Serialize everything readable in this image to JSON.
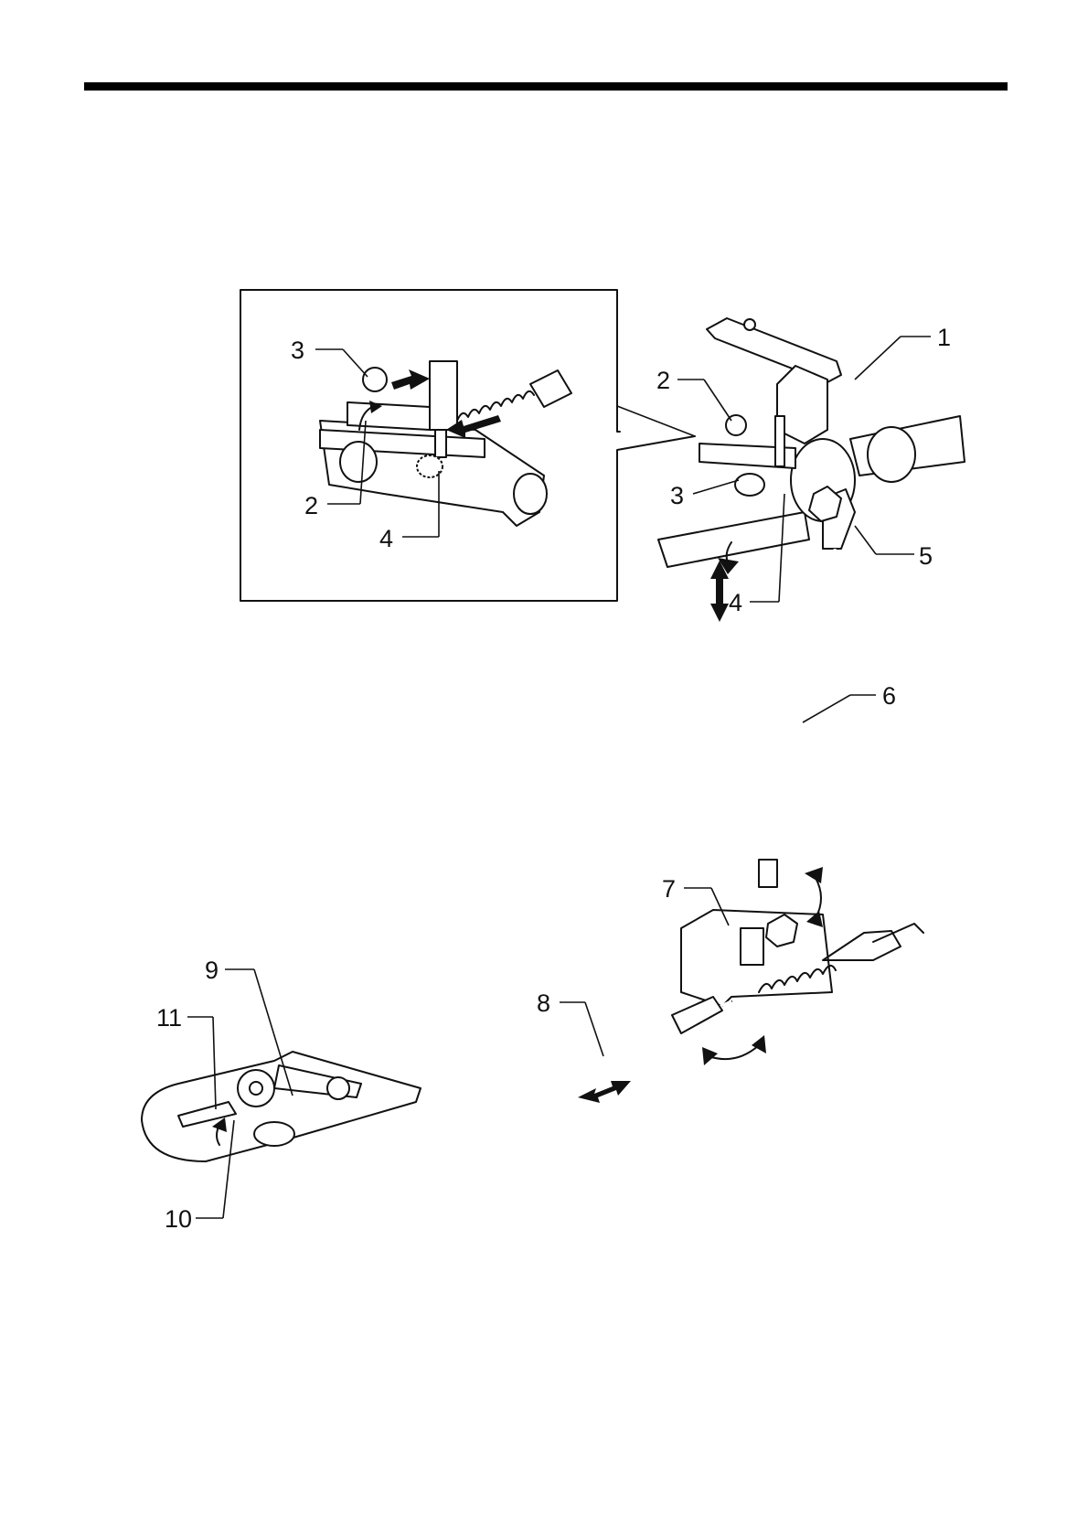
{
  "callouts": {
    "inset_3": "3",
    "inset_2": "2",
    "inset_4": "4",
    "main_1": "1",
    "main_2": "2",
    "main_3": "3",
    "main_4": "4",
    "main_5": "5",
    "main_6": "6",
    "main_7": "7",
    "main_8": "8",
    "main_9": "9",
    "main_10": "10",
    "main_11": "11"
  },
  "colors": {
    "ink": "#111111",
    "paper": "#ffffff"
  }
}
